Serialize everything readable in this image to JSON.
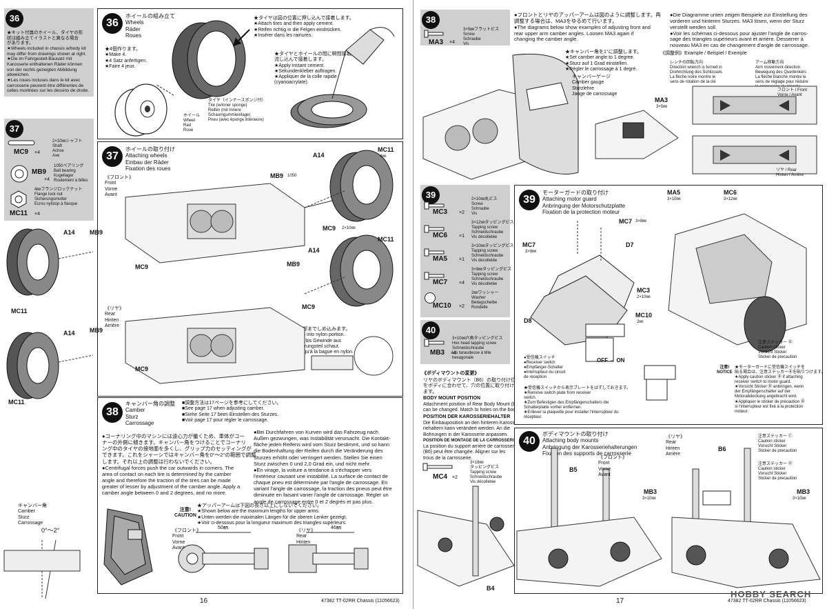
{
  "left_page": {
    "page_number": "16",
    "footer": "47382 TT-02RR Chassis (11056623)",
    "step36_side": {
      "num": "36",
      "note": "★キット付属のホイール、タイヤの形\n状は組み立てイラストと異なる場合\nがあります。\n★Wheels included in chassis w/body kit\nmay differ from drawings shown at right.\n★Die im Fahrgestell-Bausatz mit\nKarosserie enthaltenen Räder können\nvon der rechts gezeigten Abbildung\nabweichen.\n★Les roues incluses dans le kit avec\ncarrosserie peuvent être différentes de\ncelles montrées sur les dessins de droite."
    },
    "step36": {
      "num": "36",
      "title": "ホイールの組み立て\nWheels\nRäder\nRoues",
      "make": "★4個作ります。\n★Make 4.\n★4 Satz anfertigen.\n★Faire 4 jeux.",
      "note_rim": "★タイヤは図の位置に押し込んで接着します。\n★Attach tires and then apply cement.\n★Reifen richtig in die Felgen eindrücken.\n★Insérer dans les rainures.",
      "note_glue": "★タイヤとホイールの間に瞬間接着剤を\n流し込んで接着します。\n★Apply instant cement.\n★Sekundenkleber auftragen.\n★Appliquer de la colle rapide\n(cyanoacrylate).",
      "tire": "タイヤ（インナースポンジ付）\nTire (w/inner sponge)\nReifen (mit Innere\nSchaumgummieinlage)\nPneu (avec éponge intérieure)",
      "wheel": "ホイール\nWheel\nRad\nRoue"
    },
    "step37_parts": {
      "num": "37",
      "mc9_name": "MC9",
      "mc9_qty": "×4",
      "mc9_desc": "2×10㎜シャフト\nShaft\nAchse\nAxe",
      "mb9_name": "MB9",
      "mb9_qty": "×4",
      "mb9_desc": "1050ベアリング\nBall bearing\nKugellager\nRoulement à billes",
      "mc11_name": "MC11",
      "mc11_qty": "×4",
      "mc11_desc": "4㎜フランジロックナット\nFlange lock nut\nSicherungsmutter\nEcrou nylstop à flasque"
    },
    "step37": {
      "num": "37",
      "title": "ホイールの取り付け\nAttaching wheels\nEinbau der Räder\nFixation des roues",
      "front": "《フロント》\nFront\nVorne\nAvant",
      "rear": "《リヤ》\nRear\nHinten\nArrière",
      "labels": [
        "A14",
        "MB9",
        "1050",
        "MC11",
        "4㎜",
        "MC9",
        "2×10㎜"
      ],
      "nut_note": "★ナイロン部までしめ込みます。\n★Tighten up into nylon portion.\n★Anziehen, bis Gewinde aus\nNylon-Sicherungsteil schaut.\n★Serrer jusqu'à la bague en nylon."
    },
    "step38": {
      "num": "38",
      "title": "キャンバー角の調整\nCamber\nSturz\nCarrossage",
      "ref": "■調整方法は17ページを参考にしてください。\n■See page 17 when adjusting camber.\n■Siehe Seite 17 beim Einstellen des Sturzes.\n■Voir page 17 pour régler le carrossage.",
      "col1": "●コーナリング中のマシンには遠心力が働くため、車体がコー\nナーの外側に傾きます。キャンバー角をつけることでコーナリ\nング中のタイヤの接地面を多くし、グリップ力のセッティングが\nできます。これをシャーシではキャンバー角を0°〜2°の範囲で調整\nします。それ以上の調整は行わないでください。\n●Centrifugal forces push the car outwards in corners. The\narea of contact on each tire is determined by the camber\nangle and therefore the traction of the tires can be made\ngreater of lesser by adjustment of the camber angle. Apply a\ncamber angle between 0 and 2 degrees, and no more.",
      "col2": "●Bei Durchfahren von Kurven wird das Fahrzeug nach\nAußen gezwungen, was Instabilität verursacht. Die Kontakt-\nfläche jeden Reifens wird vom Sturz bestimmt, und so kann\ndie Bodenhaftung der Reifen durch die Veränderung des\nSturzes erhöht oder verringert werden. Stellen Sie einen\nSturz zwischen 0 und 2,0 Grad ein, und nicht mehr.\n●En virage, la voiture a tendance à s'échapper vers\nl'extérieur causant une instabilité. La surface de contact de\nchaque pneu est déterminée par l'angle de carrossage. En\nvariant l'angle de carrossage, la traction des pneus peut être\ndiminuée en faisant varier l'angle de carrossage. Régler un\nangle de carrossage entre 0 et 2 degrés et pas plus.",
      "camber_label": "キャンバー角\nCamber\nSturz\nCarrossage",
      "deg": "0°〜2°",
      "caution": "注意!\nCAUTION",
      "caution_text": "★アッパーアームは下図の長さ以上にしないでください。\n★Shown below are the maximum lengths for upper arms.\n★Unten werden die maximalen Längen für die oberen Lenker gezeigt.\n★Voir ci-dessous pour la longueur maximum des triangles supérieurs.",
      "front": "《フロント》\nFront\nVorne\nAvant",
      "rear": "《リヤ》\nRear\nHinten\nArrière",
      "len_front": "50㎜",
      "len_rear": "46㎜"
    }
  },
  "right_page": {
    "page_number": "17",
    "footer": "47382 TT-02RR Chassis (11056623)",
    "watermark": "HOBBY SEARCH",
    "step38_parts": {
      "num": "38",
      "name": "MA3",
      "qty": "×4",
      "desc": "3×5㎜フラットビス\nScrew\nSchraube\nVis"
    },
    "step38_text": {
      "jp": "●フロントとリヤのアッパーアームは図のように調整します。再\n調整する場合は、MA3をゆるめて行います。\n●The diagrams below show examples of adjusting front and\nrear upper arm camber angles. Loosen MA3 again if\nchanging the camber angle.",
      "de_fr": "●Die Diagramme unten zeigen Beispiele zur Einstellung des\nvorderen und hinteren Sturzes. MA3 lösen, wenn der Sturz\nverstellt werden soll.\n●Voir les schémas ci-dessous pour ajuster l'angle de carros-\nsage des triangles supérieurs avant et arrière. Desserrer à\nnouveau MA3 en cas de changement d'angle de carrossage.",
      "one_deg": "★キャンバー角を1°に調整します。\n★Set camber angle to 1 degree.\n★Sturz auf 1 Grad einstellen.\n★Régler le carrossage à 1 degré.",
      "gauge": "キャンバーゲージ\nCamber gauge\nSturzlehre\nJauge de carrossage",
      "ma3": "MA3",
      "ma3_dim": "3×5㎜",
      "example": "《調整例》Example / Beispiel / Exemple",
      "wrench": "レンチの回転方向\nDirection wrench is turned in\nDrehrichtung des Schlüssels\nLa flèche noire montre le\nsens de rotation de la clé",
      "arm": "アーム移動方向\nArm movement direction\nBewegung des Querlenkers\nLa flèche blanche montre le\nsens de réglage pour réduire\nle carrossage du triangle.",
      "front": "フロント / Front\nVorne / Avant",
      "rear": "リヤ / Rear\nHinten / Arrière"
    },
    "step39_parts": {
      "num": "39",
      "items": [
        {
          "name": "MC3",
          "qty": "×2",
          "desc": "2×10㎜丸ビス\nScrew\nSchraube\nVis"
        },
        {
          "name": "MC6",
          "qty": "×1",
          "desc": "3×12㎜タッピングビス\nTapping screw\nSchneidschraube\nVis décolletée"
        },
        {
          "name": "MA5",
          "qty": "×1",
          "desc": "3×10㎜タッピングビス\nTapping screw\nSchneidschraube\nVis décolletée"
        },
        {
          "name": "MC7",
          "qty": "×4",
          "desc": "3×8㎜タッピングビス\nTapping screw\nSchneidschraube\nVis décolletée"
        },
        {
          "name": "MC10",
          "qty": "×2",
          "desc": "2㎜ワッシャー\nWasher\nBeilagscheibe\nRondelle"
        }
      ]
    },
    "step40_parts": {
      "num": "40",
      "name": "MB3",
      "qty": "×4",
      "desc": "3×10㎜六角タッピングビス\nHex head tapping screw\nSchneidschraube\nVis taraudeuse à tête\nhexagonale"
    },
    "body_mount": {
      "heading_jp": "《ボディマウントの変更》",
      "jp": "リヤのボディマウント（B6）の取り付け位置\nをボディに合わせて、穴の位置に取り付け\nます。",
      "en_head": "BODY MOUNT POSITION",
      "en": "Attachment position of Rear Body Mount (B6)\ncan be changed. Match to holes on the body.",
      "de_head": "POSITION DER KAROSSERIEHALTER",
      "de": "Die Einbauposition an den hinteren Karosse-\nriehaltern kann verändert werden. An die\nBohrungen in der Karosserie anpassen.",
      "fr_head": "POSITION DE MONTAGE DE LA CARROSSERIE",
      "fr": "La position du support arrière de carrosserie\n(B6) peut être changée. Aligner sur les\ntrous de la carrosserie.",
      "mc4_name": "MC4",
      "mc4_qty": "×2",
      "mc4_desc": "3×18㎜\nタッピングビス\nTapping screw\nSchneidschraube\nVis décolletée",
      "b4": "B4"
    },
    "step39": {
      "num": "39",
      "title": "モーターガードの取り付け\nAttaching motor guard\nAnbringung der Motorschutzplatte\nFixation de la protection moteur",
      "labels": {
        "mc7": "MC7",
        "mc7_dim": "3×8㎜",
        "d7": "D7",
        "mc3": "MC3",
        "mc3_dim": "2×10㎜",
        "mc10": "MC10",
        "mc10_dim": "2㎜",
        "d8": "D8",
        "ma5": "MA5",
        "ma5_dim": "3×10㎜",
        "mc6": "MC6",
        "mc6_dim": "3×12㎜"
      },
      "switch": "●受信機スイッチ\n●Receiver switch\n●Empfänger-Schalter\n●Interrupteur du circuit\nde réception",
      "off_on": "OFF ⇔ ON",
      "switch_note": "★受信機スイッチから表示プレートをはずしておきます。\n★Remove switch plate from receiver\nswitch.\n★Zum Befestigen des Empfängerschalters die\nSchalterplatte vorher entfernen.\n★Enlever la plaquette pour installer l'interrupteur du\nrécepteur.",
      "sticker": "注意ステッカー Ⓑ\nCaution sticker\nVorsicht Sticker\nSticker de precaution",
      "notice": "注意!\nNOTICE",
      "notice_text": "★モーターガードに受信機スイッチを\n貼る場合は、注意ステッカーⒷを貼りつけます。\n★Apply caution sticker Ⓑ if attaching\nreceiver switch to motor guard.\n★Vorsicht Sticker Ⓑ anbringen, wenn\nder Empfängerschalter auf der\nMotorabdeckung angebracht wird.\n★Appliquer le sticker de précaution Ⓑ\nsi l'interrupteur est fixé à la protection\nmoteur."
    },
    "step40": {
      "num": "40",
      "title": "ボディマウントの取り付け\nAttaching body mounts\nAnbringung der Karosseriehalterungen\nFixation des supports de carrosserie",
      "front": "《フロント》\nFront\nVorne\nAvant",
      "rear": "《リヤ》\nRear\nHinten\nArrière",
      "b5": "B5",
      "b6": "B6",
      "mb3": "MB3",
      "mb3_dim": "3×10㎜",
      "sticker_c": "注意ステッカー Ⓒ\nCaution sticker\nVorsicht Sticker\nSticker de precaution",
      "sticker_d": "注意ステッカー Ⓓ\nCaution sticker\nVorsicht Sticker\nSticker de precaution"
    }
  }
}
